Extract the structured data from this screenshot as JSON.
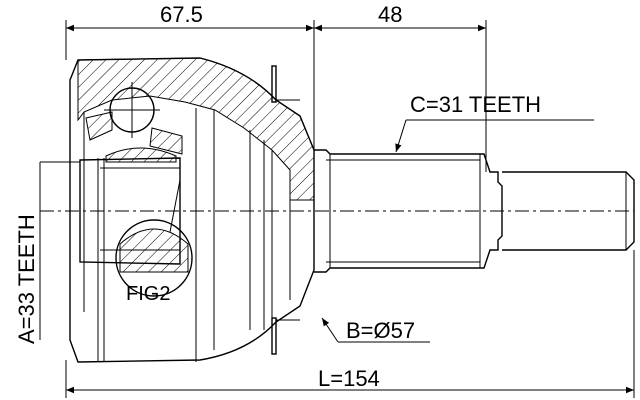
{
  "dimensions": {
    "top_left": "67.5",
    "top_right": "48",
    "overall": "L=154"
  },
  "callouts": {
    "spline_outer": "C=31 TEETH",
    "spline_inner": "A=33 TEETH",
    "seal_diameter": "B=Ø57",
    "detail": "FIG2"
  }
}
